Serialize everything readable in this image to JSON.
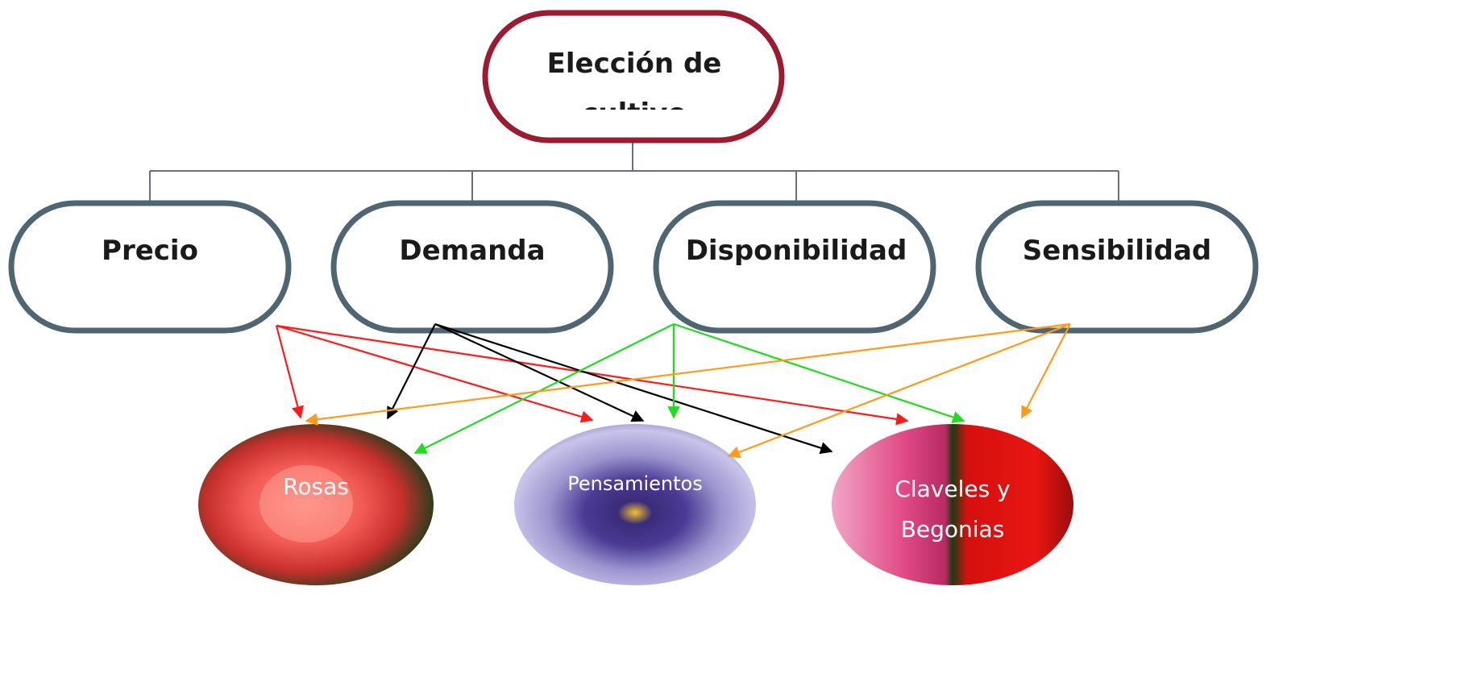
{
  "root": {
    "line1": "Elección de",
    "line2": "cultivo"
  },
  "criteria": [
    {
      "id": "precio",
      "label": "Precio"
    },
    {
      "id": "demanda",
      "label": "Demanda"
    },
    {
      "id": "disponibilidad",
      "label": "Disponibilidad"
    },
    {
      "id": "sensibilidad",
      "label": "Sensibilidad"
    }
  ],
  "crops": [
    {
      "id": "rosas",
      "line1": "Rosas",
      "line2": ""
    },
    {
      "id": "pensamientos",
      "line1": "Pensamientos",
      "line2": ""
    },
    {
      "id": "claveles",
      "line1": "Claveles y",
      "line2": "Begonias"
    }
  ],
  "colors": {
    "root_border": "#9b1b30",
    "criteria_border": "#4f6572",
    "connector": "#6a6a8a",
    "precio_arrow": "#ff1a1a",
    "demanda_arrow": "#000000",
    "disponibilidad_arrow": "#1fdc1f",
    "sensibilidad_arrow": "#ff9a1a"
  }
}
